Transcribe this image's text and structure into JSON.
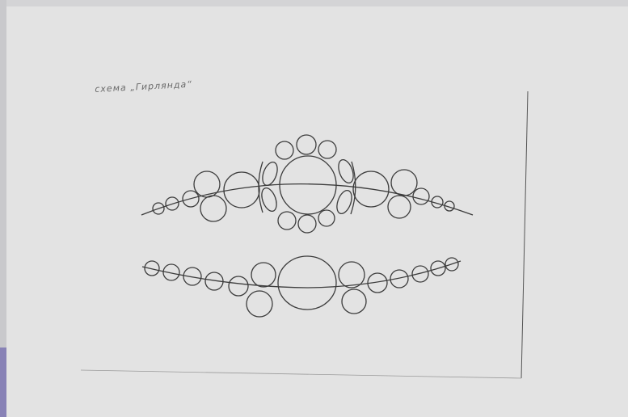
{
  "caption": "схема „Гирлянда“",
  "colors": {
    "paper": "#e3e3e3",
    "background": "#d0d0d0",
    "pencil": "#3c3c3c",
    "edge_purple": "#7a73b0"
  },
  "drawing": {
    "subject": "beadwork pattern sketch",
    "garlands": 2
  }
}
